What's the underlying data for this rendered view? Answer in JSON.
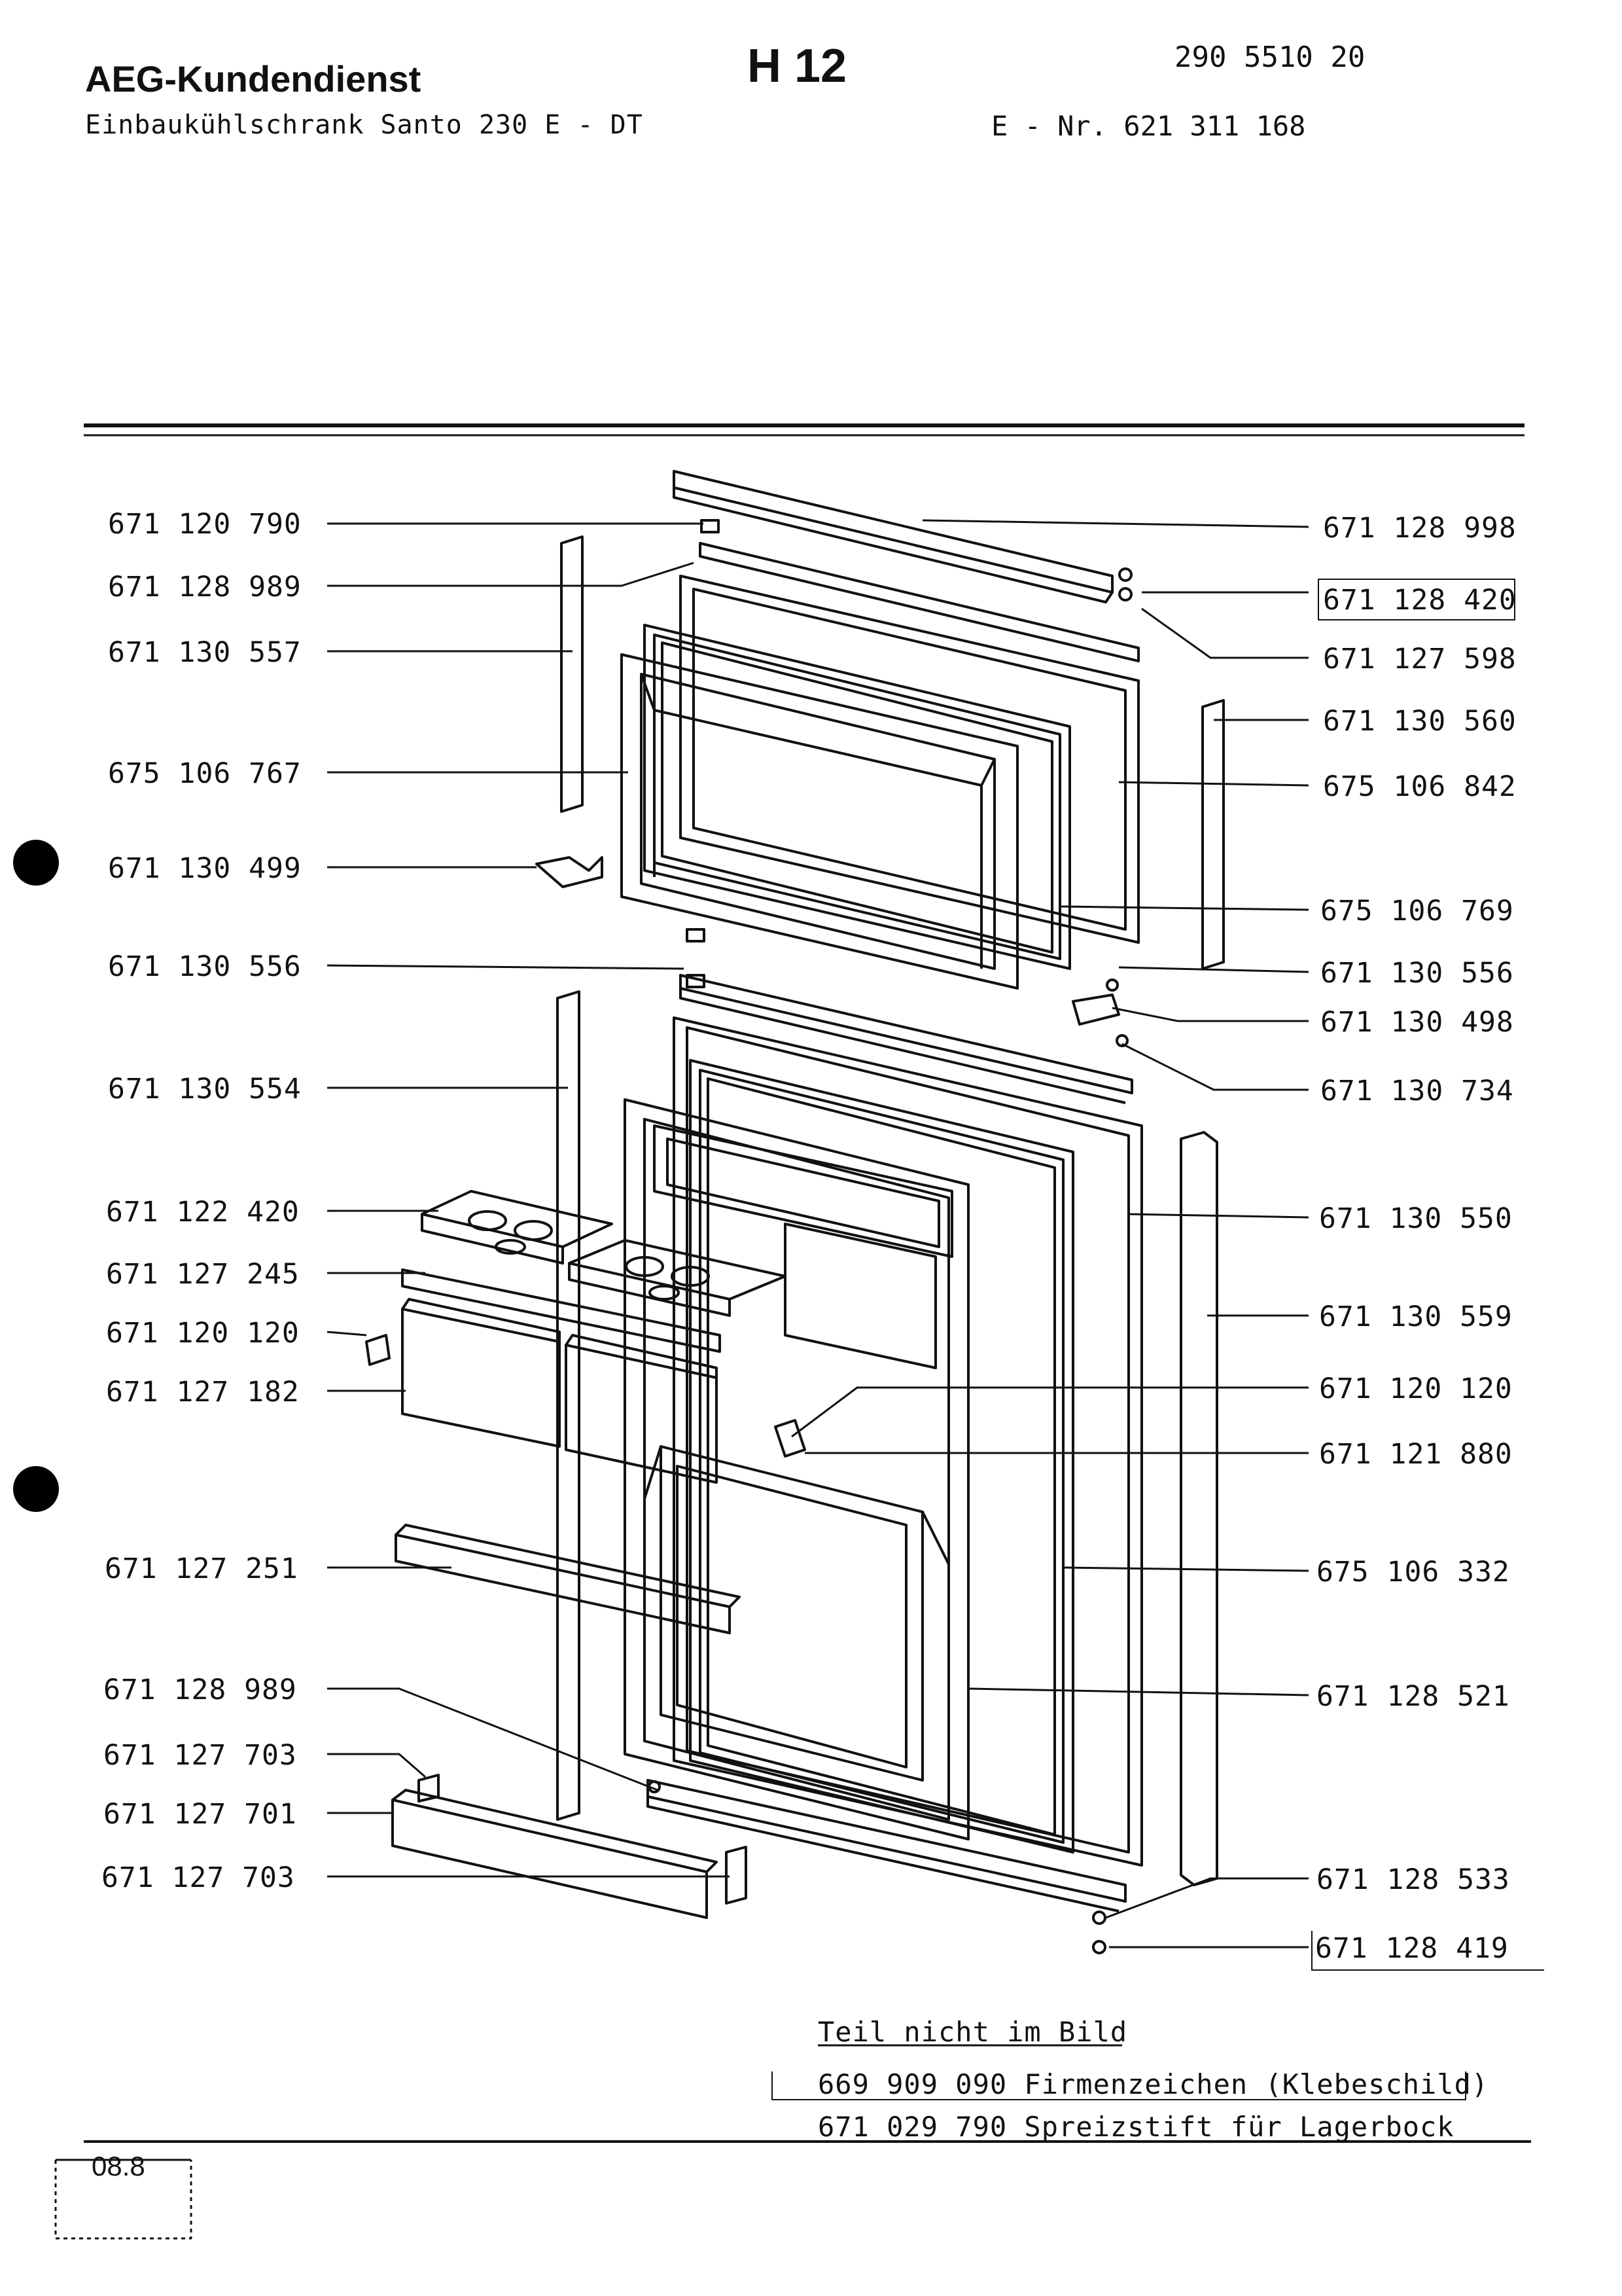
{
  "header": {
    "brand": "AEG-Kundendienst",
    "subtitle": "Einbaukühlschrank  Santo 230 E - DT",
    "sheet_code": "H 12",
    "doc_number": "290 5510 20",
    "e_number": "E - Nr. 621 311 168"
  },
  "parts_left": [
    "671 120 790",
    "671 128 989",
    "671 130 557",
    "675 106 767",
    "671 130 499",
    "671 130 556",
    "671 130 554",
    "671 122 420",
    "671 127 245",
    "671 120 120",
    "671 127 182",
    "671 127 251",
    "671 128 989",
    "671 127 703",
    "671 127 701",
    "671 127 703"
  ],
  "parts_right": [
    "671 128 998",
    "671 128 420",
    "671 127 598",
    "671 130 560",
    "675 106 842",
    "675 106 769",
    "671 130 556",
    "671 130 498",
    "671 130 734",
    "671 130 550",
    "671 130 559",
    "671 120 120",
    "671 121 880",
    "675 106 332",
    "671 128 521",
    "671 128 533",
    "671 128 419"
  ],
  "notes": {
    "heading": "Teil nicht im Bild",
    "items": [
      "669 909 090 Firmenzeichen (Klebeschild)",
      "671 029 790 Spreizstift für Lagerbock"
    ]
  },
  "footer": {
    "revision": "08.8"
  }
}
